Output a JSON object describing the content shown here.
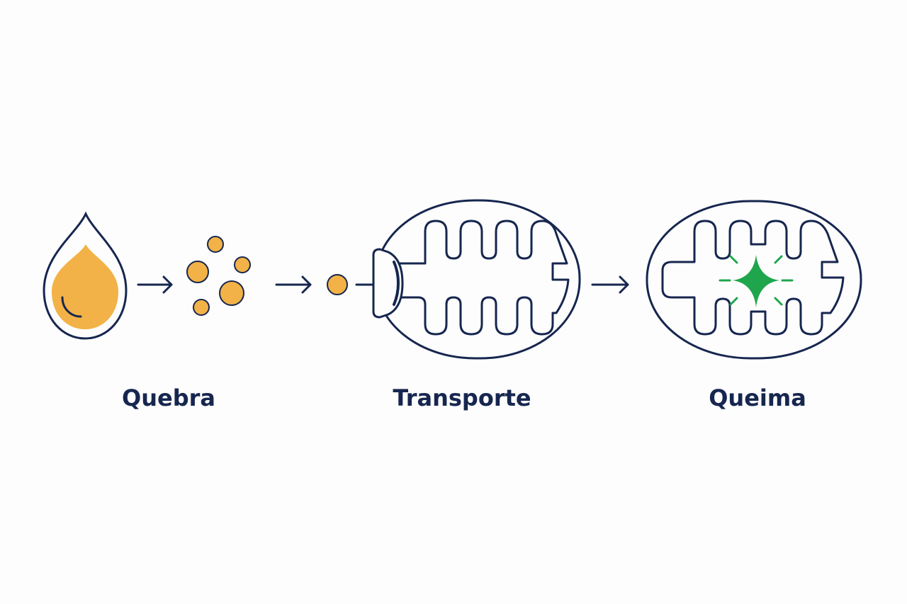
{
  "stages": [
    {
      "label": "Quebra"
    },
    {
      "label": "Transporte"
    },
    {
      "label": "Queima"
    }
  ],
  "colors": {
    "outline": "#16264f",
    "fat": "#f2b247",
    "spark": "#1fa64c",
    "background": "#fdfdfd"
  },
  "icons": [
    "fat-droplet-icon",
    "fatty-acid-particles-icon",
    "fatty-acid-molecule-icon",
    "carrier-transporter-icon",
    "mitochondrion-icon",
    "energy-spark-icon",
    "arrow-right-icon"
  ]
}
